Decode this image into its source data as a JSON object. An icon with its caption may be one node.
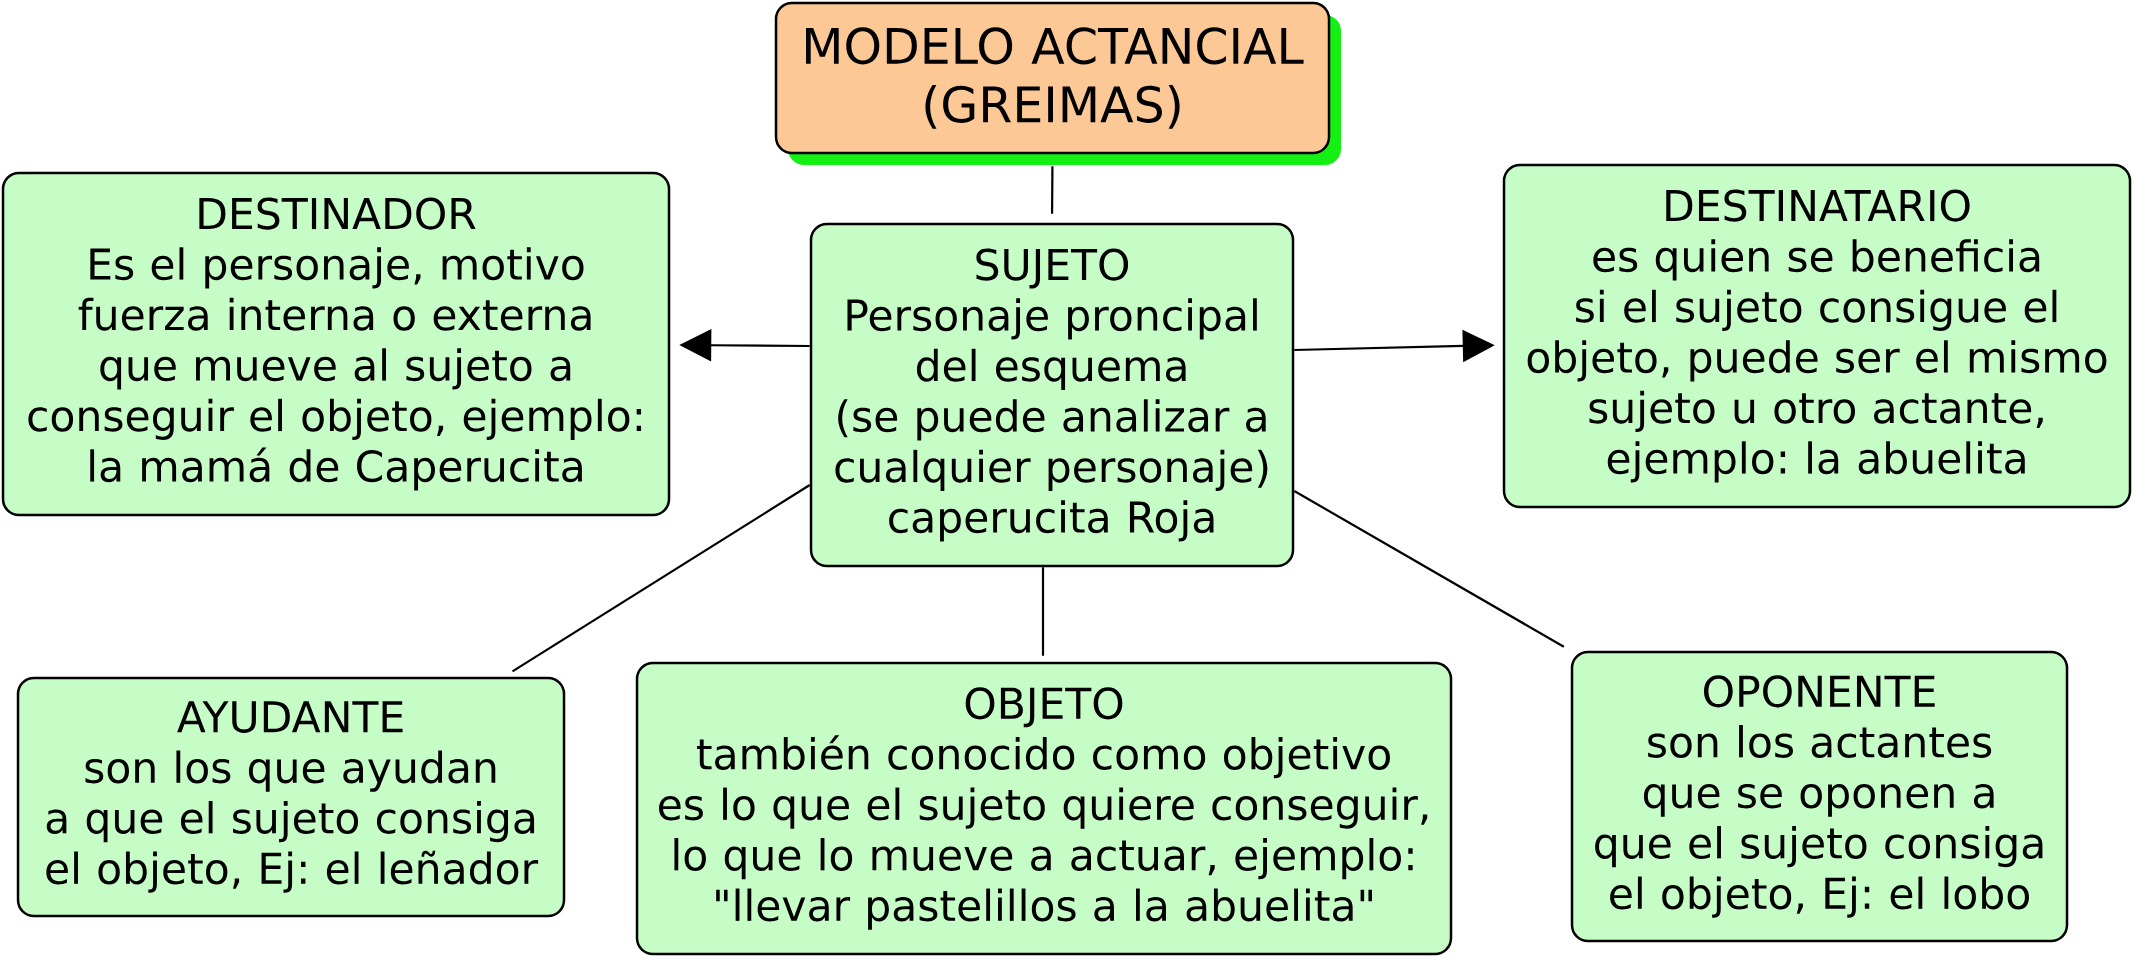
{
  "diagram": {
    "nodes": [
      {
        "text": [
          "MODELO ACTANCIAL (GREIMAS)"
        ]
      },
      {
        "text": [
          "DESTINADOR",
          "Es el personaje, motivo fuerza interna o externa que mueve al sujeto a conseguir el objeto, ejemplo: la mamá de Caperucita"
        ]
      },
      {
        "text": [
          "SUJETO",
          "Personaje proncipal del esquema (se puede analizar a cualquier personaje) caperucita Roja"
        ]
      },
      {
        "text": [
          "DESTINATARIO",
          "es quien se beneficia si el sujeto consigue el objeto, puede ser el mismo sujeto u otro actante, ejemplo: la abuelita"
        ]
      },
      {
        "text": [
          "AYUDANTE",
          "son los que ayudan a que el sujeto consiga el objeto, Ej: el leñador"
        ]
      },
      {
        "text": [
          "OBJETO",
          "también conocido como objetivo es lo que el sujeto quiere conseguir, lo que lo mueve a actuar, ejemplo: \"llevar pastelillos a la abuelita\""
        ]
      },
      {
        "text": [
          "OPONENTE",
          "son los actantes que se oponen a que el sujeto consiga el objeto, Ej: el lobo"
        ]
      }
    ],
    "edges": [
      {
        "from": 0,
        "to": 2,
        "arrow": "none"
      },
      {
        "from": 2,
        "to": 1,
        "arrow": "to"
      },
      {
        "from": 2,
        "to": 3,
        "arrow": "to"
      },
      {
        "from": 2,
        "to": 4,
        "arrow": "none"
      },
      {
        "from": 2,
        "to": 5,
        "arrow": "none"
      },
      {
        "from": 2,
        "to": 6,
        "arrow": "none"
      }
    ]
  }
}
